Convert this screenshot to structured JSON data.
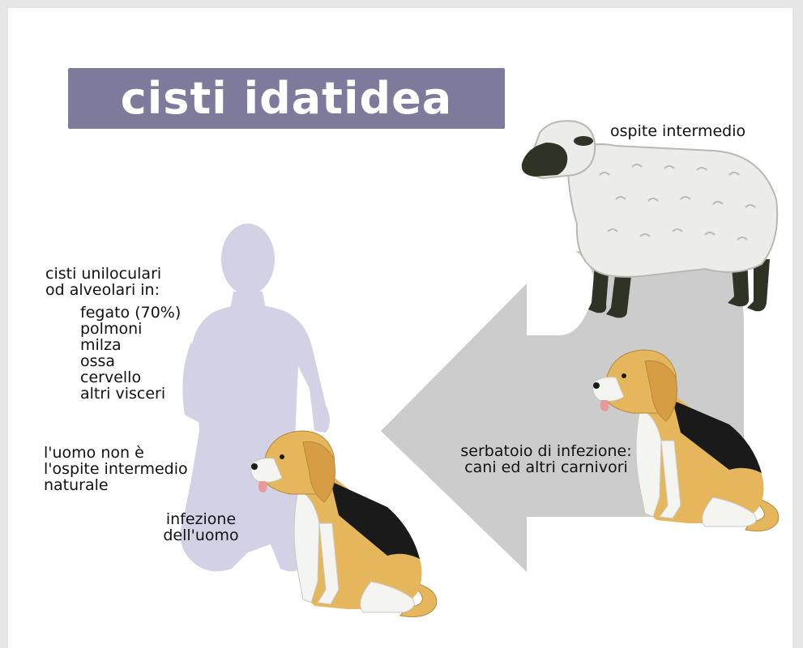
{
  "title": "cisti idatidea",
  "labels": {
    "intermediate_host": "ospite intermedio",
    "cysts_line1": "cisti uniloculari",
    "cysts_line2": "od alveolari in:",
    "human_not_host_line1": "l'uomo non è",
    "human_not_host_line2": "l'ospite intermedio",
    "human_not_host_line3": "naturale",
    "human_infection_line1": "infezione",
    "human_infection_line2": "dell'uomo",
    "reservoir_line1": "serbatoio di infezione:",
    "reservoir_line2": "cani ed altri carnivori"
  },
  "organs": [
    "fegato (70%)",
    "polmoni",
    "milza",
    "ossa",
    "cervello",
    "altri visceri"
  ],
  "colors": {
    "banner": "#7e7a9c",
    "human_silhouette": "#d3d1e6",
    "cycle_arrow": "#cccccc",
    "sheep_wool": "#ececea",
    "sheep_face": "#2f3326",
    "dog_tan": "#e5b65c",
    "dog_black": "#1a1a1a",
    "dog_white": "#f4f4f0"
  },
  "icons": [
    "human-silhouette-icon",
    "sheep-icon",
    "dog-icon",
    "cycle-arrow-icon"
  ]
}
